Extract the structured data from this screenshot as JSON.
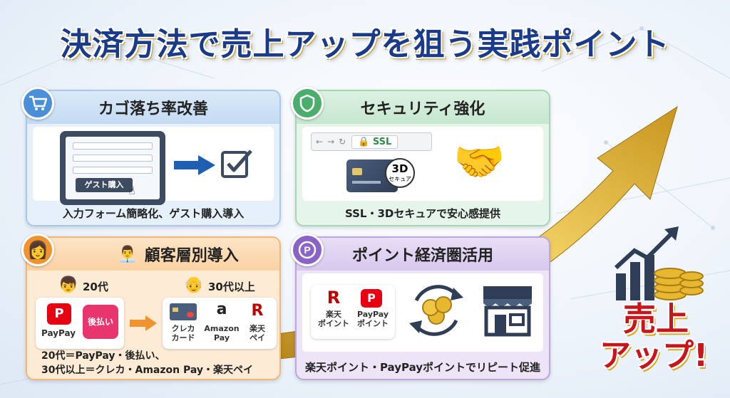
{
  "title": "決済方法で売上アップを狙う実践ポイント",
  "cards": {
    "cart": {
      "heading": "カゴ落ち率改善",
      "icon": "shopping-cart-icon",
      "button_label": "ゲスト購入",
      "footer": "入力フォーム簡略化、ゲスト購入導入"
    },
    "security": {
      "heading": "セキュリティ強化",
      "icon": "shield-icon",
      "ssl_label": "SSL",
      "secure_3d_label": "3D",
      "secure_3d_sub": "セキュア",
      "footer": "SSL・3Dセキュアで安心感提供"
    },
    "segment": {
      "heading": "顧客層別導入",
      "young_age": "20代",
      "older_age": "30代以上",
      "paypay_label": "PayPay",
      "atobarai_label": "後払い",
      "credit_label_1": "クレカ",
      "credit_label_2": "カード",
      "amazon_label_1": "Amazon",
      "amazon_label_2": "Pay",
      "rakuten_label_1": "楽天",
      "rakuten_label_2": "ペイ",
      "footer_line1": "20代＝PayPay・後払い、",
      "footer_line2": "30代以上＝クレカ・Amazon Pay・楽天ペイ"
    },
    "points": {
      "heading": "ポイント経済圏活用",
      "rakuten_point_1": "楽天",
      "rakuten_point_2": "ポイント",
      "paypay_point_1": "PayPay",
      "paypay_point_2": "ポイント",
      "footer": "楽天ポイント・PayPayポイントでリピート促進"
    }
  },
  "sales_up": {
    "line1": "売上",
    "line2": "アップ!"
  },
  "colors": {
    "title": "#1a3a8a",
    "accent_red": "#c8151b",
    "gold": "#d9a820",
    "blue_badge": "#4a8fd8",
    "green_badge": "#4cae6c",
    "orange_badge": "#f0932e",
    "purple_badge": "#8a63c8"
  }
}
